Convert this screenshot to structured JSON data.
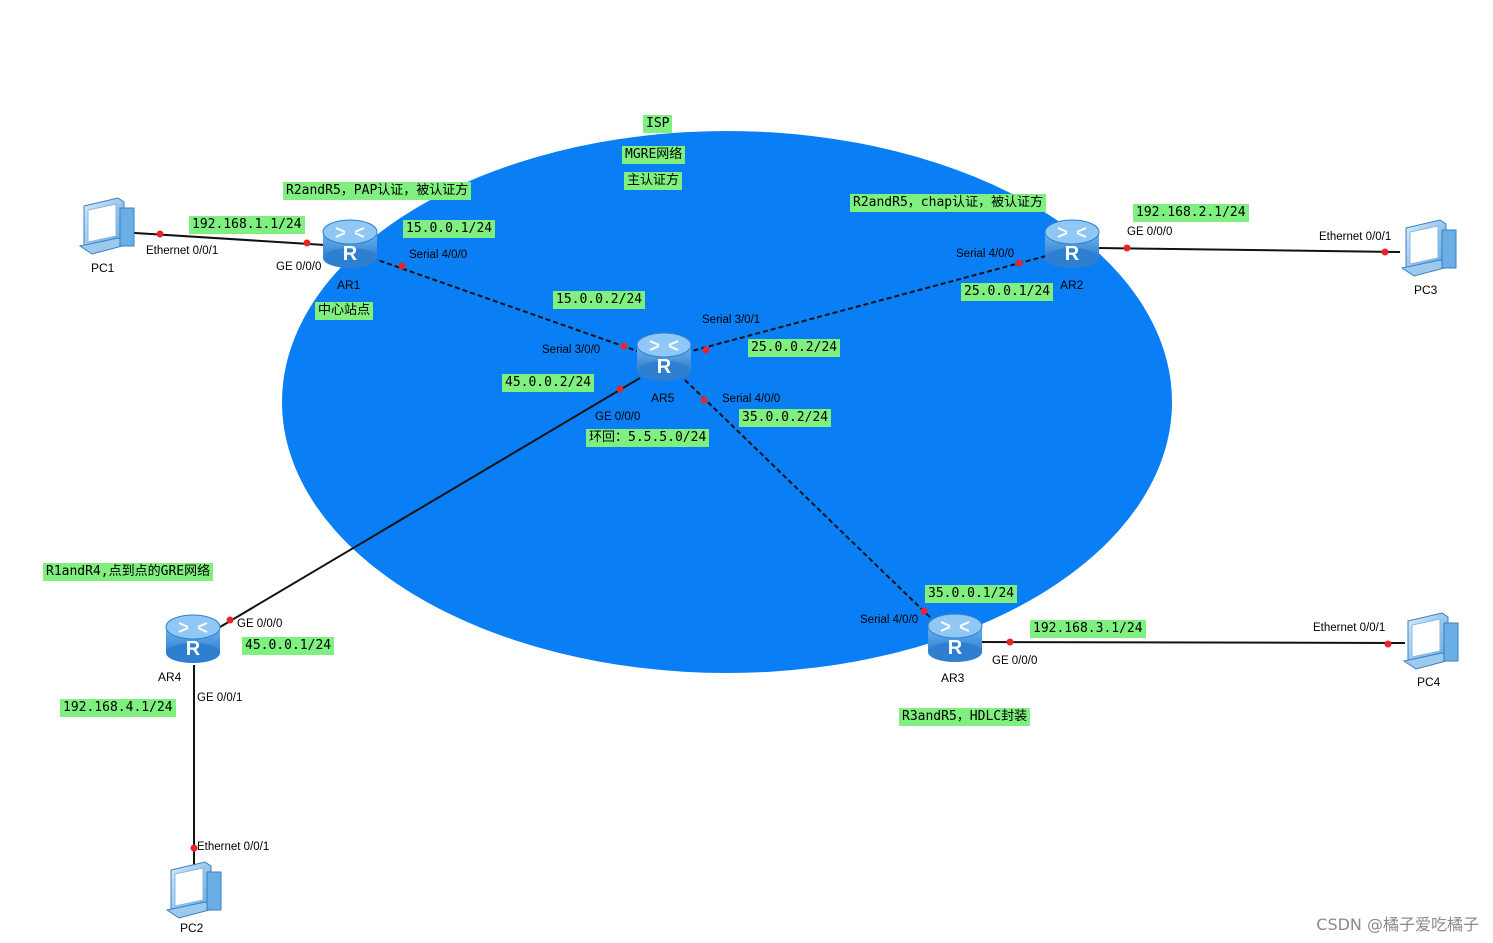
{
  "colors": {
    "isp_cloud": "#0a7ff5",
    "label_bg": "#7ff07f",
    "port_dot": "#e8242b",
    "router": "#3d8fd8"
  },
  "isp": {
    "title": "ISP",
    "net": "MGRE网络",
    "role": "主认证方"
  },
  "devices": {
    "ar1": {
      "name": "AR1",
      "role": "中心站点"
    },
    "ar2": {
      "name": "AR2"
    },
    "ar3": {
      "name": "AR3"
    },
    "ar4": {
      "name": "AR4"
    },
    "ar5": {
      "name": "AR5"
    },
    "pc1": {
      "name": "PC1"
    },
    "pc2": {
      "name": "PC2"
    },
    "pc3": {
      "name": "PC3"
    },
    "pc4": {
      "name": "PC4"
    }
  },
  "notes": {
    "r2r5_pap": "R2andR5，PAP认证，被认证方",
    "r2r5_chap": "R2andR5，chap认证，被认证方",
    "r1r4_gre": "R1andR4,点到点的GRE网络",
    "r3r5_hdlc": "R3andR5，HDLC封装",
    "loopback": "环回：5.5.5.0/24"
  },
  "ips": {
    "ar1_ge": "192.168.1.1/24",
    "ar1_s": "15.0.0.1/24",
    "ar5_s30": "15.0.0.2/24",
    "ar2_ge": "192.168.2.1/24",
    "ar2_s": "25.0.0.1/24",
    "ar5_s31": "25.0.0.2/24",
    "ar5_ge": "45.0.0.2/24",
    "ar5_s40": "35.0.0.2/24",
    "ar3_s": "35.0.0.1/24",
    "ar3_ge": "192.168.3.1/24",
    "ar4_ge0": "45.0.0.1/24",
    "ar4_ge1": "192.168.4.1/24"
  },
  "ports": {
    "pc1_eth": "Ethernet 0/0/1",
    "ar1_ge": "GE 0/0/0",
    "ar1_s": "Serial 4/0/0",
    "ar5_s30": "Serial 3/0/0",
    "ar5_s31": "Serial 3/0/1",
    "ar5_s40": "Serial 4/0/0",
    "ar5_ge": "GE 0/0/0",
    "ar2_s": "Serial 4/0/0",
    "ar2_ge": "GE 0/0/0",
    "pc3_eth": "Ethernet 0/0/1",
    "ar3_s": "Serial 4/0/0",
    "ar3_ge": "GE 0/0/0",
    "pc4_eth": "Ethernet 0/0/1",
    "ar4_ge0": "GE 0/0/0",
    "ar4_ge1": "GE 0/0/1",
    "pc2_eth": "Ethernet 0/0/1"
  },
  "watermark": "CSDN @橘子爱吃橘子"
}
